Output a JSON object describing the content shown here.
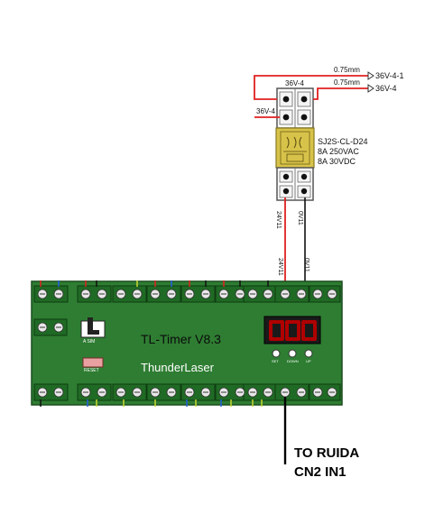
{
  "relay": {
    "model": "SJ2S-CL-D24",
    "rating1": "8A 250VAC",
    "rating2": "8A 30VDC"
  },
  "wires": {
    "out1_gauge": "0.75mm",
    "out1_label": "36V-4-1",
    "out2_gauge": "0.75mm",
    "out2_label": "36V-4",
    "in_top_label": "36V-4",
    "in_left_label": "36V-4",
    "coil_plus_top": "24V11",
    "coil_minus_top": "0V11",
    "coil_plus_bottom": "24V11",
    "coil_minus_bottom": "0V11"
  },
  "board": {
    "title": "TL-Timer V8.3",
    "brand": "ThunderLaser",
    "switch_label": "A SIM",
    "reset_label": "RESET",
    "display_digits": [
      "0",
      "0",
      "0"
    ],
    "buttons": [
      "SET",
      "DOWN",
      "UP"
    ],
    "colors": {
      "pcb": "#2e7d32",
      "display": "#b00000",
      "relay_body": "#d8c34a"
    }
  },
  "note": {
    "line1": "TO RUIDA",
    "line2": "CN2 IN1"
  }
}
